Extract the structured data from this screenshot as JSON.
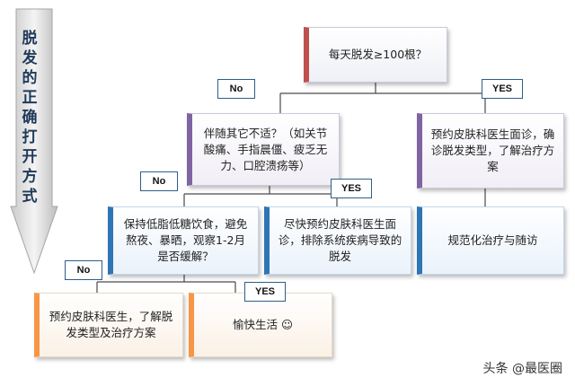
{
  "title": "脱发的正确打开方式",
  "nodes": {
    "root": "每天脱发≥100根？",
    "other_symptoms": "伴随其它不适？（如关节酸痛、手指晨僵、疲乏无力、口腔溃疡等）",
    "dermatologist_yes": "预约皮肤科医生面诊，确诊脱发类型，了解治疗方案",
    "standard_treatment": "规范化治疗与随访",
    "diet_observe": "保持低脂低糖饮食，避免熬夜、暴晒，观察1-2月是否缓解？",
    "rule_out": "尽快预约皮肤科医生面诊，排除系统疾病导致的脱发",
    "dermatologist_no": "预约皮肤科医生，了解脱发类型及治疗方案",
    "happy": "愉快生活 ☺"
  },
  "labels": {
    "root_no": "No",
    "root_yes": "YES",
    "other_no": "No",
    "other_yes": "YES",
    "diet_no": "No",
    "diet_yes": "YES"
  },
  "watermark": "头条 @最医圈",
  "colors": {
    "red": "#c0504d",
    "purple": "#8064a2",
    "blue": "#2e75b6",
    "orange": "#f79646"
  }
}
